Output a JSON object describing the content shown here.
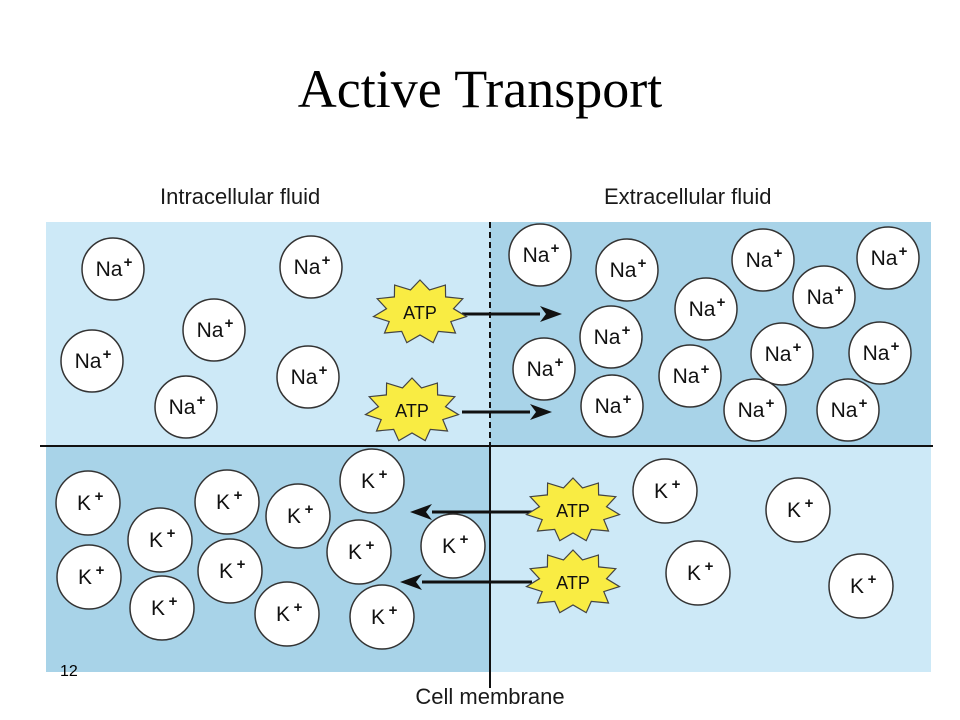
{
  "title": "Active Transport",
  "labels": {
    "intracellular": "Intracellular fluid",
    "extracellular": "Extracellular fluid",
    "membrane": "Cell membrane"
  },
  "slide_number": "12",
  "ions": {
    "na_label": "Na",
    "k_label": "K",
    "charge": "+"
  },
  "atp_label": "ATP",
  "colors": {
    "light_blue": "#cde9f7",
    "dark_blue": "#a8d3e8",
    "atp_yellow": "#f9ec43",
    "ion_fill": "#ffffff",
    "line": "#111111"
  }
}
